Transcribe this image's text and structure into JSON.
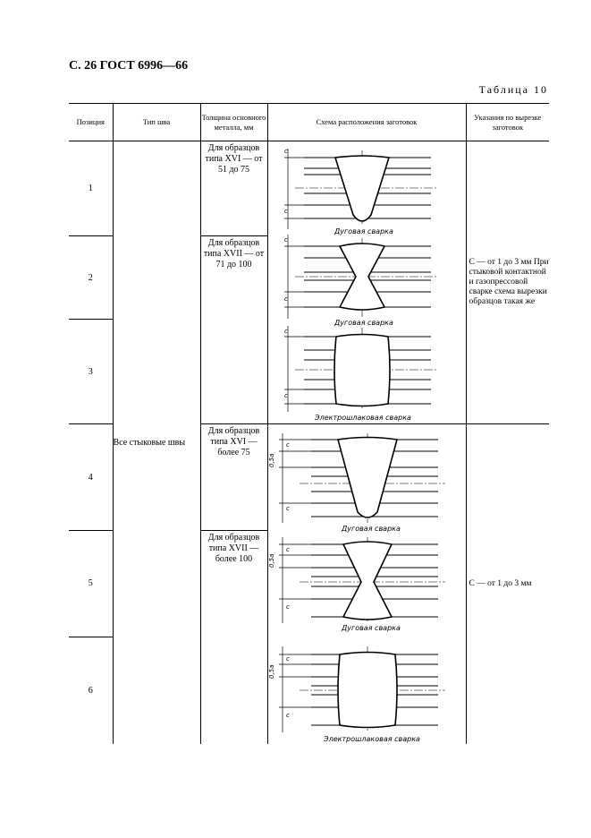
{
  "header": {
    "page_ref": "С. 26 ГОСТ 6996—66",
    "table_label": "Таблица 10"
  },
  "columns": {
    "position": "Позиция",
    "weld_type": "Тип шва",
    "thickness": "Толщина основного металла, мм",
    "scheme": "Схема расположения заготовок",
    "notes": "Указания по вырезке заготовок"
  },
  "weld_type_value": "Все стыковые швы",
  "positions": [
    "1",
    "2",
    "3",
    "4",
    "5",
    "6"
  ],
  "thickness_values": [
    "Для образцов типа XVI — от 51 до 75",
    "Для образцов типа XVII — от 71 до 100",
    "Для образцов типа XVI — более 75",
    "Для образцов типа XVII — более 100"
  ],
  "notes_values": [
    "С — от 1 до 3 мм При стыковой контактной и газопрессовой сварке схема вырезки образцов такая же",
    "С — от 1 до 3 мм"
  ],
  "captions": {
    "arc": "Дуговая сварка",
    "electroslag": "Электрошлаковая сварка"
  },
  "dim_labels": {
    "c": "c",
    "half_a": "0,5a"
  }
}
